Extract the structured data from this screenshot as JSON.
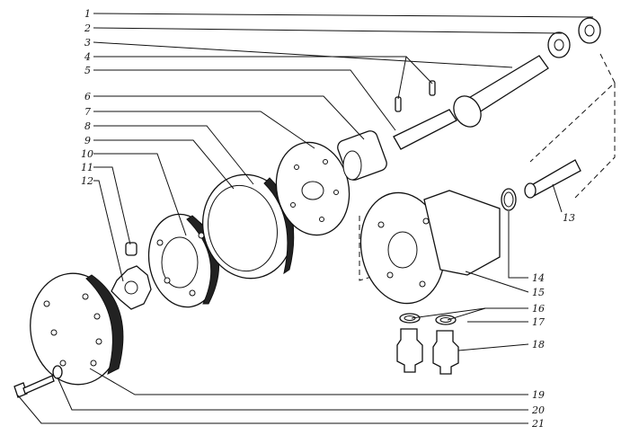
{
  "labels": [
    "1",
    "2",
    "3",
    "4",
    "5",
    "6",
    "7",
    "8",
    "9",
    "10",
    "11",
    "12",
    "13",
    "14",
    "15",
    "16",
    "17",
    "18",
    "19",
    "20",
    "21"
  ]
}
